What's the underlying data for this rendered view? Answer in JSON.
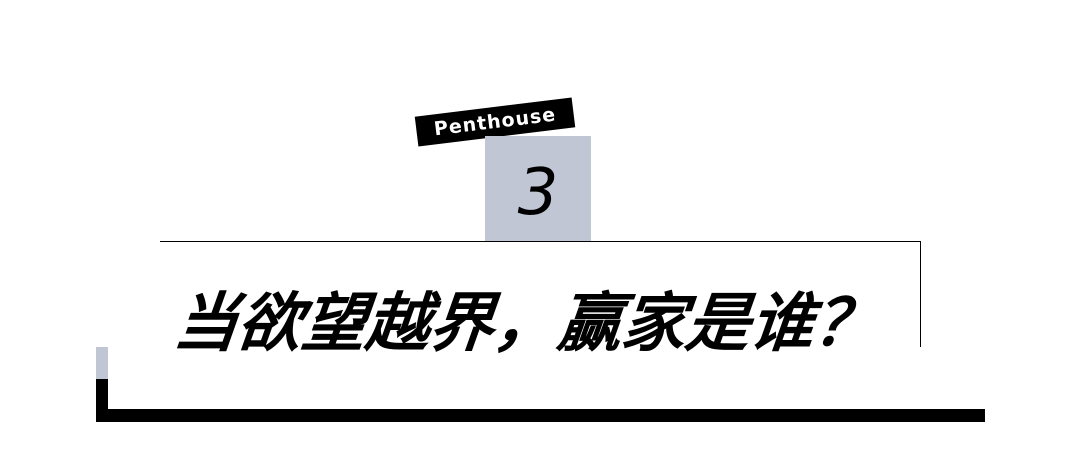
{
  "header": {
    "tag_label": "Penthouse",
    "number": "3"
  },
  "title": {
    "text": "当欲望越界，赢家是谁？"
  },
  "colors": {
    "accent_gray": "#c1c6d4",
    "ink": "#000000",
    "background": "#ffffff"
  }
}
